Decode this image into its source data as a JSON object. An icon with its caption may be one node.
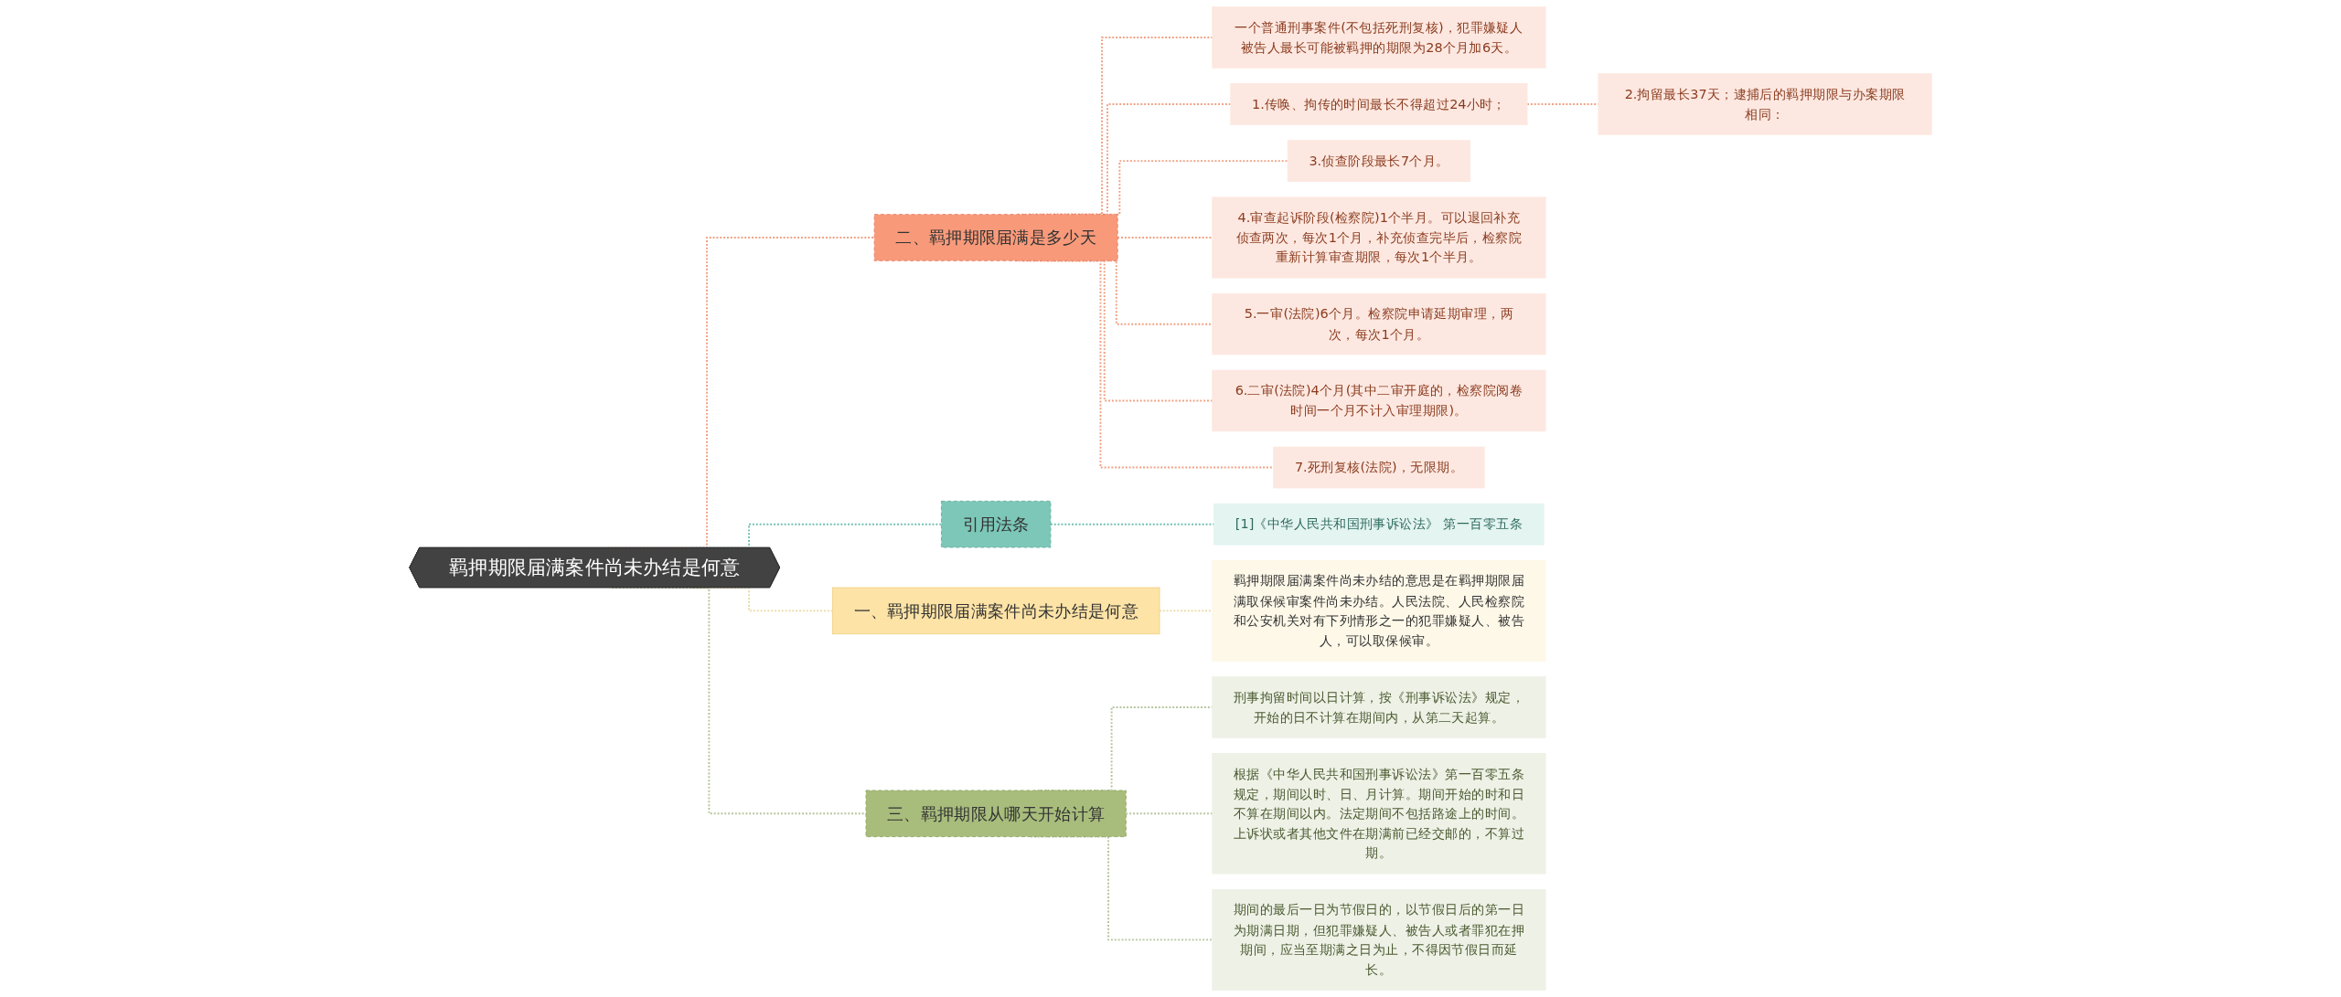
{
  "diagram": {
    "nodes": [
      {
        "text": [
          "羁押期限届满案件尚未办结是何意"
        ]
      },
      {
        "text": [
          "二、羁押期限届满是多少天"
        ]
      },
      {
        "text": [
          "一个普通刑事案件(不包括死刑复核)，犯罪嫌疑人被告人最长可能被羁押的期限为28个月加6天。"
        ]
      },
      {
        "text": [
          "1.传唤、拘传的时间最长不得超过24小时；"
        ]
      },
      {
        "text": [
          "2.拘留最长37天；逮捕后的羁押期限与办案期限相同："
        ]
      },
      {
        "text": [
          "3.侦查阶段最长7个月。"
        ]
      },
      {
        "text": [
          "4.审查起诉阶段(检察院)1个半月。可以退回补充侦查两次，每次1个月，补充侦查完毕后，检察院重新计算审查期限，每次1个半月。"
        ]
      },
      {
        "text": [
          "5.一审(法院)6个月。检察院申请延期审理，两次，每次1个月。"
        ]
      },
      {
        "text": [
          "6.二审(法院)4个月(其中二审开庭的，检察院阅卷时间一个月不计入审理期限)。"
        ]
      },
      {
        "text": [
          "7.死刑复核(法院)，无限期。"
        ]
      },
      {
        "text": [
          "引用法条"
        ]
      },
      {
        "text": [
          "[1]《中华人民共和国刑事诉讼法》 第一百零五条"
        ]
      },
      {
        "text": [
          "一、羁押期限届满案件尚未办结是何意"
        ]
      },
      {
        "text": [
          "羁押期限届满案件尚未办结的意思是在羁押期限届满取保候审案件尚未办结。人民法院、人民检察院和公安机关对有下列情形之一的犯罪嫌疑人、被告人，可以取保候审。"
        ]
      },
      {
        "text": [
          "三、羁押期限从哪天开始计算"
        ]
      },
      {
        "text": [
          "刑事拘留时间以日计算，按《刑事诉讼法》规定，开始的日不计算在期间内，从第二天起算。"
        ]
      },
      {
        "text": [
          "根据《中华人民共和国刑事诉讼法》第一百零五条规定，期间以时、日、月计算。期间开始的时和日不算在期间以内。法定期间不包括路途上的时间。上诉状或者其他文件在期满前已经交邮的，不算过期。"
        ]
      },
      {
        "text": [
          "期间的最后一日为节假日的，以节假日后的第一日为期满日期，但犯罪嫌疑人、被告人或者罪犯在押期间，应当至期满之日为止，不得因节假日而延长。"
        ]
      }
    ],
    "edges": [
      {
        "from": 0,
        "to": 1,
        "arrow": "none",
        "style": "dashed"
      },
      {
        "from": 1,
        "to": 2,
        "arrow": "none",
        "style": "dashed"
      },
      {
        "from": 1,
        "to": 3,
        "arrow": "none",
        "style": "dashed"
      },
      {
        "from": 3,
        "to": 4,
        "arrow": "none",
        "style": "dashed"
      },
      {
        "from": 1,
        "to": 5,
        "arrow": "none",
        "style": "dashed"
      },
      {
        "from": 1,
        "to": 6,
        "arrow": "none",
        "style": "dashed"
      },
      {
        "from": 1,
        "to": 7,
        "arrow": "none",
        "style": "dashed"
      },
      {
        "from": 1,
        "to": 8,
        "arrow": "none",
        "style": "dashed"
      },
      {
        "from": 1,
        "to": 9,
        "arrow": "none",
        "style": "dashed"
      },
      {
        "from": 0,
        "to": 10,
        "arrow": "none",
        "style": "dashed",
        "color": "#6fbfb0"
      },
      {
        "from": 10,
        "to": 11,
        "arrow": "none",
        "style": "dashed",
        "color": "#6fbfb0"
      },
      {
        "from": 0,
        "to": 12,
        "arrow": "none",
        "style": "dashed",
        "color": "#e8d9a0"
      },
      {
        "from": 12,
        "to": 13,
        "arrow": "none",
        "style": "dashed",
        "color": "#e8d9a0"
      },
      {
        "from": 0,
        "to": 14,
        "arrow": "none",
        "style": "dashed",
        "color": "#b5c49a"
      },
      {
        "from": 14,
        "to": 15,
        "arrow": "none",
        "style": "dashed",
        "color": "#b5c49a"
      },
      {
        "from": 14,
        "to": 16,
        "arrow": "none",
        "style": "dashed",
        "color": "#b5c49a"
      },
      {
        "from": 14,
        "to": 17,
        "arrow": "none",
        "style": "dashed",
        "color": "#b5c49a"
      }
    ]
  }
}
